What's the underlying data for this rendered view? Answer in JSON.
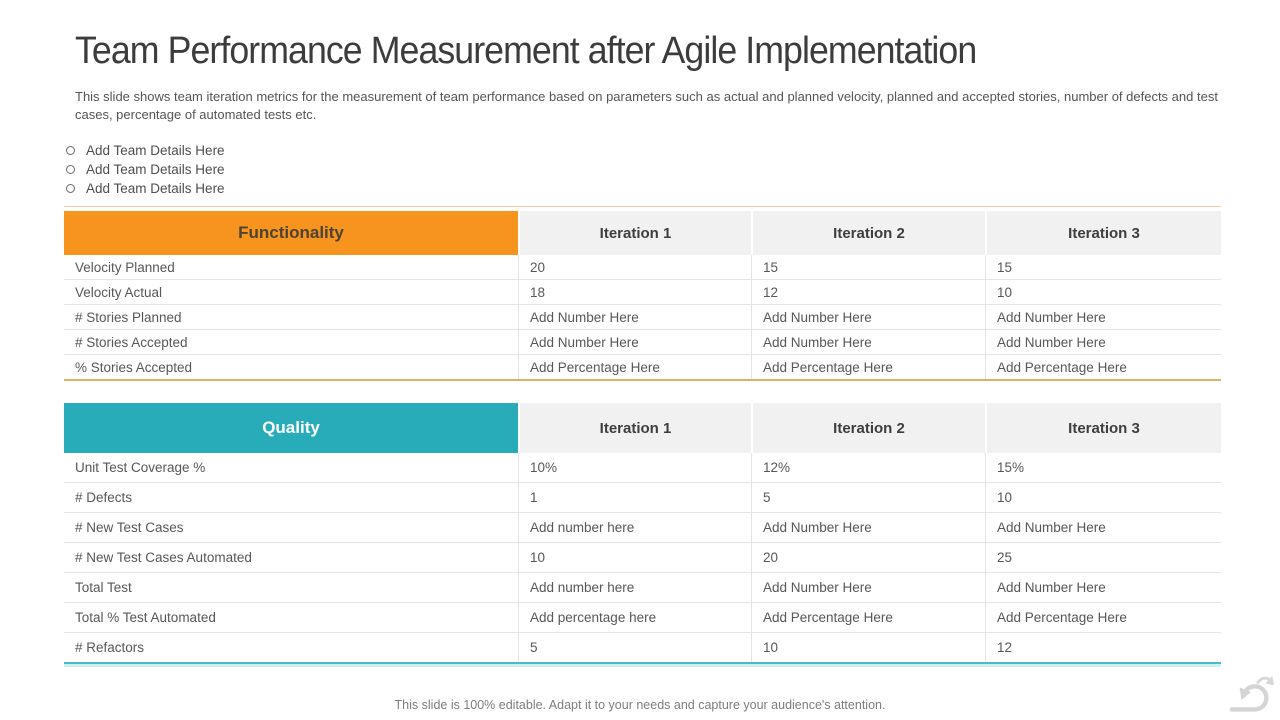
{
  "slide": {
    "title": "Team Performance Measurement after Agile Implementation",
    "description": "This slide shows team iteration metrics for the measurement of team performance based on parameters such as actual and planned velocity, planned and accepted stories, number of defects and test cases, percentage of automated tests etc.",
    "bullets": [
      "Add Team Details Here",
      "Add Team Details Here",
      "Add Team Details Here"
    ],
    "footer": "This slide is 100% editable. Adapt it to your needs and capture your audience's attention."
  },
  "colors": {
    "functionality_header_bg": "#F7941E",
    "functionality_header_text": "#4D4236",
    "functionality_accent_border": "#D9B36C",
    "quality_header_bg": "#29ACB9",
    "quality_header_text": "#FFFFFF",
    "quality_accent_border": "#4ABCC7",
    "iteration_header_bg": "#F1F1F1",
    "footer_text": "#7D7D7D"
  },
  "functionality_table": {
    "title": "Functionality",
    "columns": [
      "Iteration 1",
      "Iteration 2",
      "Iteration 3"
    ],
    "rows": [
      {
        "label": "Velocity Planned",
        "values": [
          "20",
          "15",
          "15"
        ]
      },
      {
        "label": "Velocity Actual",
        "values": [
          "18",
          "12",
          "10"
        ]
      },
      {
        "label": "# Stories Planned",
        "values": [
          "Add Number Here",
          "Add Number Here",
          "Add Number Here"
        ]
      },
      {
        "label": "# Stories Accepted",
        "values": [
          "Add Number Here",
          "Add Number Here",
          "Add Number Here"
        ]
      },
      {
        "label": "% Stories Accepted",
        "values": [
          "Add Percentage Here",
          "Add Percentage Here",
          "Add Percentage Here"
        ]
      }
    ]
  },
  "quality_table": {
    "title": "Quality",
    "columns": [
      "Iteration 1",
      "Iteration 2",
      "Iteration 3"
    ],
    "rows": [
      {
        "label": "Unit Test Coverage %",
        "values": [
          "10%",
          "12%",
          "15%"
        ]
      },
      {
        "label": "# Defects",
        "values": [
          "1",
          "5",
          "10"
        ]
      },
      {
        "label": "# New Test Cases",
        "values": [
          "Add number here",
          "Add Number Here",
          "Add Number Here"
        ]
      },
      {
        "label": "# New Test Cases Automated",
        "values": [
          "10",
          "20",
          "25"
        ]
      },
      {
        "label": "Total Test",
        "values": [
          "Add number here",
          "Add Number Here",
          "Add Number Here"
        ]
      },
      {
        "label": "Total % Test Automated",
        "values": [
          "Add percentage here",
          "Add Percentage Here",
          "Add Percentage Here"
        ]
      },
      {
        "label": "# Refactors",
        "values": [
          "5",
          "10",
          "12"
        ]
      }
    ]
  }
}
